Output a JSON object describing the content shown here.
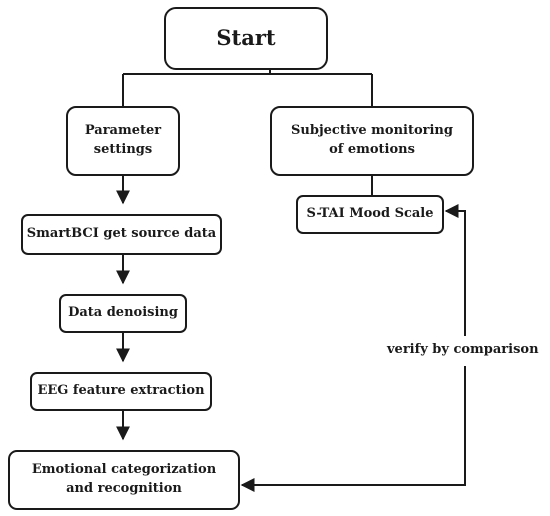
{
  "nodes": {
    "start": "Start",
    "parameter_settings": "Parameter settings",
    "subjective_monitoring": "Subjective monitoring of emotions",
    "smartbci": "SmartBCI get source data",
    "stai": "S-TAI Mood Scale",
    "denoising": "Data denoising",
    "eeg": "EEG feature extraction",
    "emotional": "Emotional categorization and recognition"
  },
  "edge_labels": {
    "verify": "verify by comparison"
  }
}
